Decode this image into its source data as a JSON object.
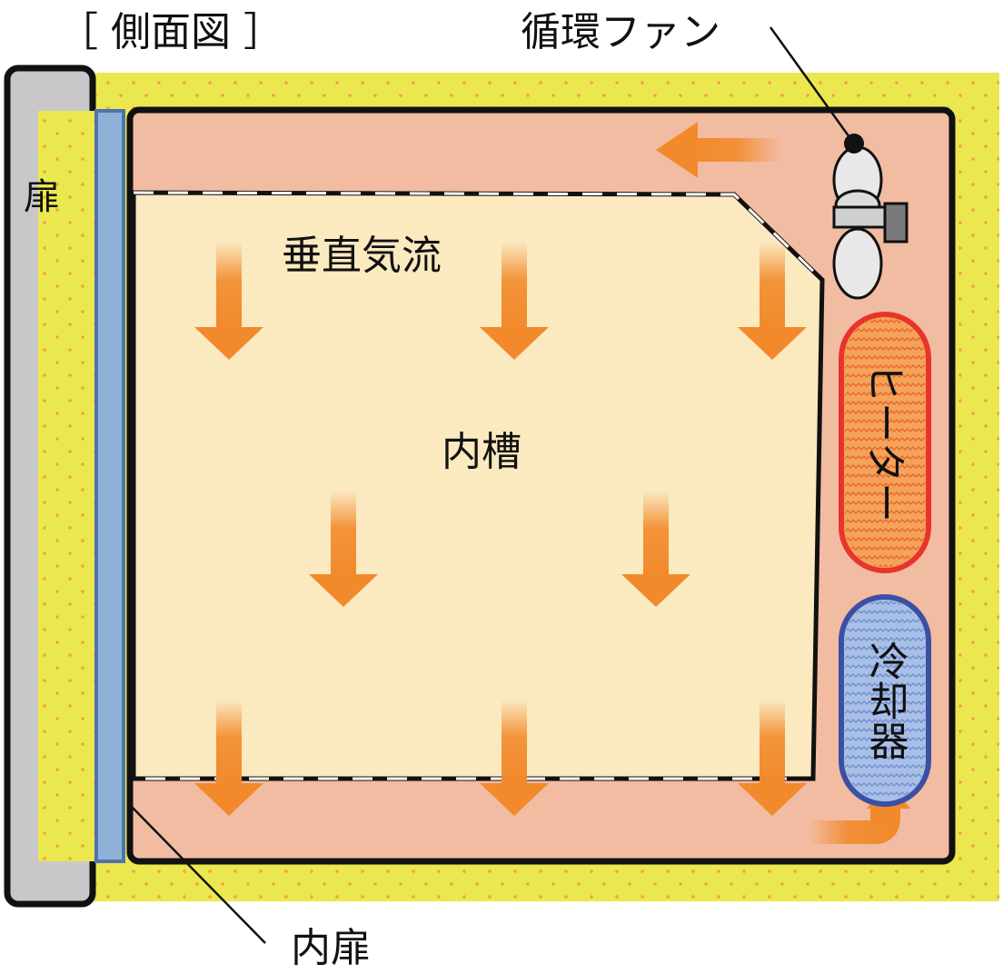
{
  "labels": {
    "side_view": "［ 側面図 ］",
    "fan": "循環ファン",
    "door": "扉",
    "vertical_airflow": "垂直気流",
    "inner_chamber": "内槽",
    "heater": "ヒーター",
    "cooler": "冷却器",
    "inner_door": "内扉"
  },
  "colors": {
    "insulation": "#ebe84f",
    "insulation_dots": "#f2a14a",
    "door": "#c9c7c9",
    "inner_door": "#8fb1d8",
    "inner_door_edge": "#4e73ad",
    "duct": "#f2bca2",
    "chamber": "#fbe9c0",
    "arrow": "#f28a2c",
    "heater_fill": "#f5a35a",
    "heater_edge": "#e8342b",
    "cooler_fill": "#a9bfe6",
    "cooler_edge": "#3c4fa3",
    "outline": "#111111"
  }
}
